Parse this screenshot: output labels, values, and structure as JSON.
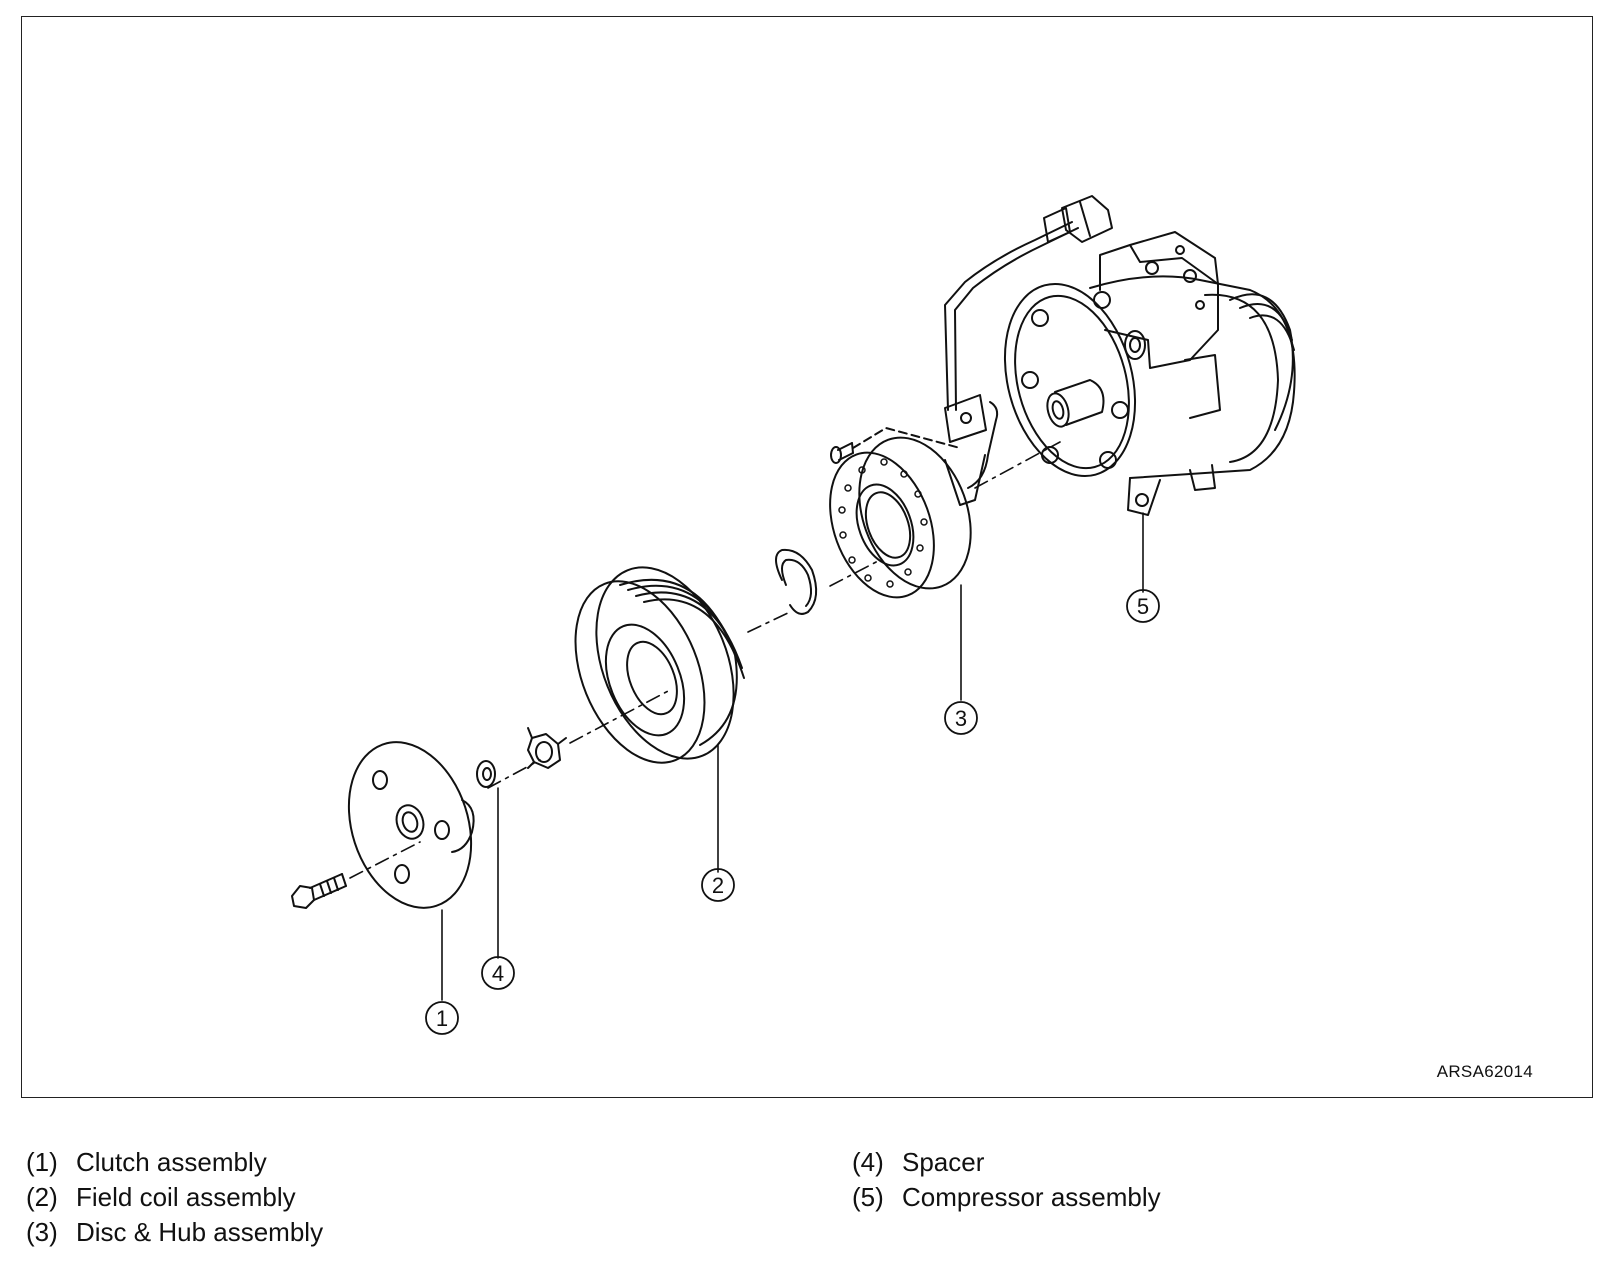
{
  "drawing_code": "ARSA62014",
  "callouts": {
    "c1": "1",
    "c2": "2",
    "c3": "3",
    "c4": "4",
    "c5": "5"
  },
  "legend": {
    "col1": [
      {
        "num": "(1)",
        "label": "Clutch assembly"
      },
      {
        "num": "(2)",
        "label": "Field coil assembly"
      },
      {
        "num": "(3)",
        "label": "Disc & Hub assembly"
      }
    ],
    "col2": [
      {
        "num": "(4)",
        "label": "Spacer"
      },
      {
        "num": "(5)",
        "label": "Compressor assembly"
      }
    ]
  }
}
